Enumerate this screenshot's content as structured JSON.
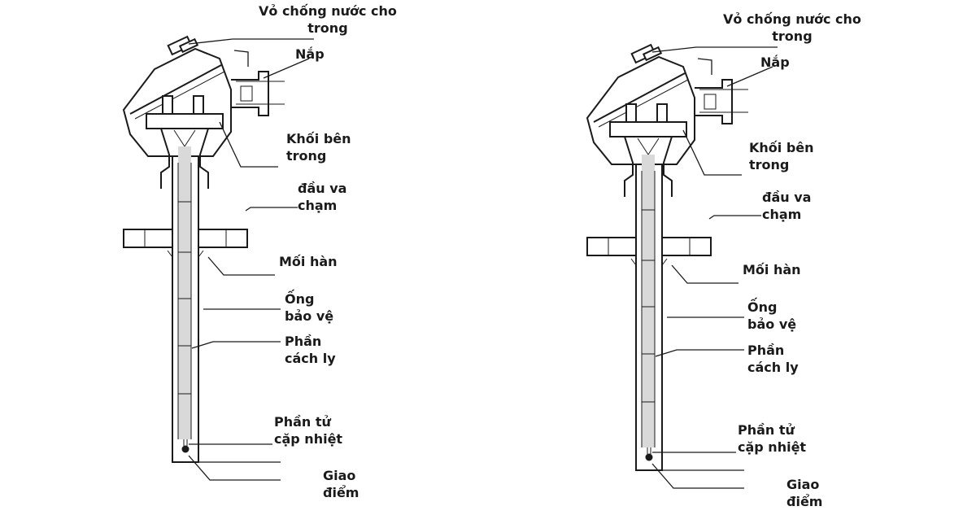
{
  "diagrams": [
    {
      "labels": {
        "cover_waterproof": [
          "Vỏ chống nước cho",
          "trong"
        ],
        "lid": [
          "Nắp"
        ],
        "inner_block": [
          "Khối bên",
          "trong"
        ],
        "impact_head": [
          "đầu va",
          "chạm"
        ],
        "weld": [
          "Mối hàn"
        ],
        "protection_tube": [
          "Ống",
          "bảo vệ"
        ],
        "insulation": [
          "Phần",
          "cách ly"
        ],
        "thermocouple_element": [
          "Phần tử",
          "cặp nhiệt"
        ],
        "junction": [
          "Giao",
          "điểm"
        ]
      }
    },
    {
      "labels": {
        "cover_waterproof": [
          "Vỏ chống nước cho",
          "trong"
        ],
        "lid": [
          "Nắp"
        ],
        "inner_block": [
          "Khối bên",
          "trong"
        ],
        "impact_head": [
          "đầu va",
          "chạm"
        ],
        "weld": [
          "Mối hàn"
        ],
        "protection_tube": [
          "Ống",
          "bảo vệ"
        ],
        "insulation": [
          "Phần",
          "cách ly"
        ],
        "thermocouple_element": [
          "Phần tử",
          "cặp nhiệt"
        ],
        "junction": [
          "Giao",
          "điểm"
        ]
      }
    }
  ],
  "colors": {
    "ink": "#1a1a1a",
    "background": "#ffffff",
    "insulation_fill": "#d9d9d9"
  }
}
